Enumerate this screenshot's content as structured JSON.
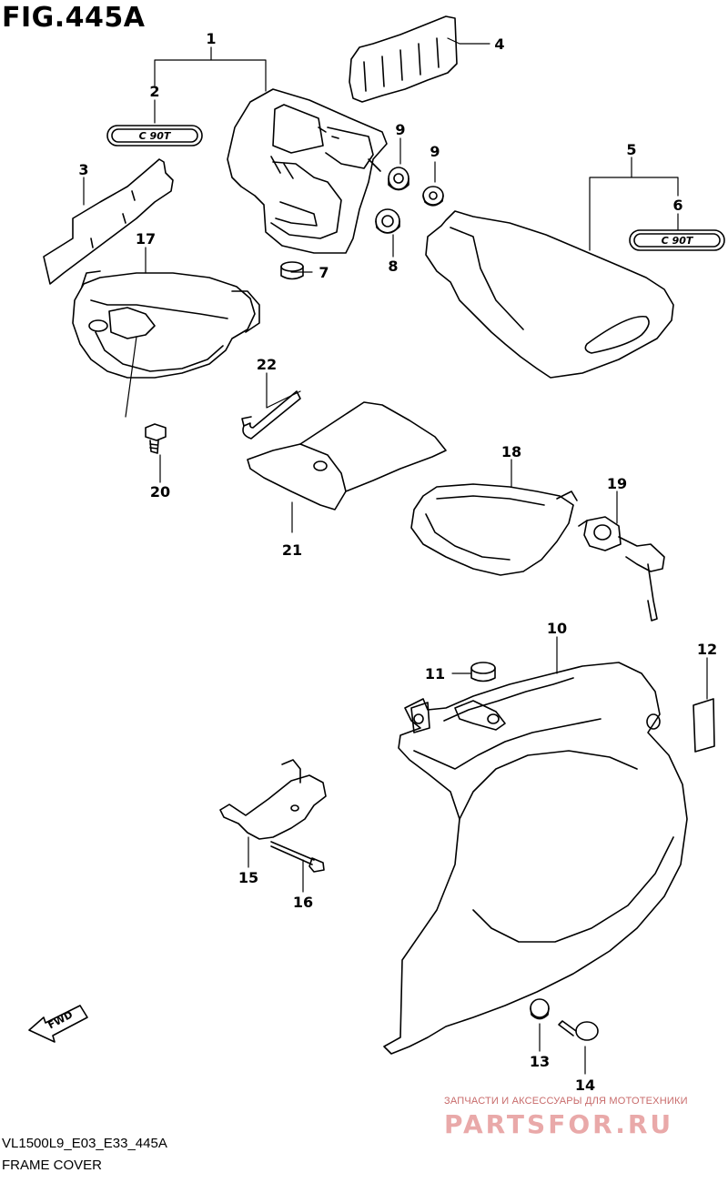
{
  "figure": {
    "title": "FIG.445A"
  },
  "footer": {
    "code": "VL1500L9_E03_E33_445A",
    "name": "FRAME COVER"
  },
  "watermark": {
    "tagline": "ЗАПЧАСТИ И АКСЕССУАРЫ ДЛЯ МОТОТЕХНИКИ",
    "logo": "PARTSFOR.RU",
    "color": "#e9a9a9"
  },
  "emblem": {
    "text": "C 90T"
  },
  "fwd": {
    "text": "FWD"
  },
  "callouts": [
    "1",
    "2",
    "3",
    "4",
    "5",
    "6",
    "7",
    "8",
    "9",
    "9",
    "10",
    "11",
    "12",
    "13",
    "14",
    "15",
    "16",
    "17",
    "18",
    "19",
    "20",
    "21",
    "22"
  ]
}
